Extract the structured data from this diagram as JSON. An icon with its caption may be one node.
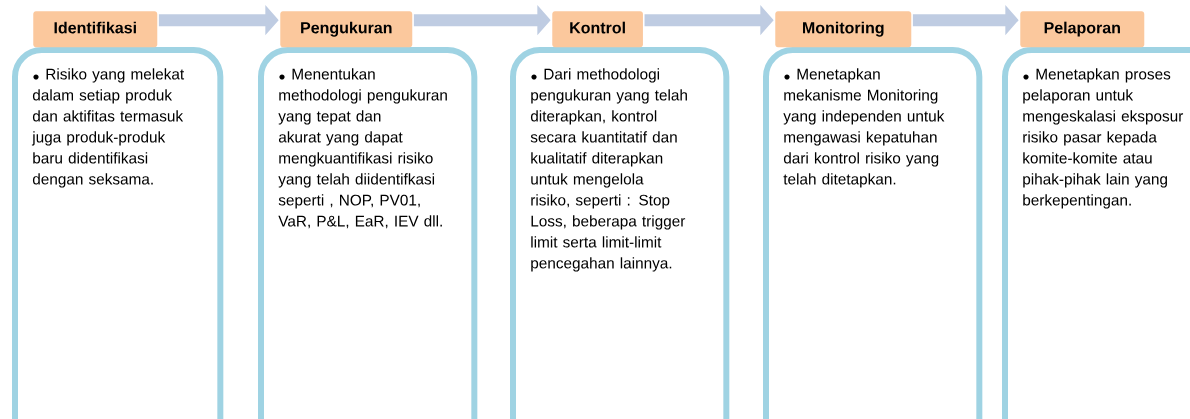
{
  "diagram": {
    "nodes": [
      {
        "text": [
          "Identifikasi"
        ]
      },
      {
        "text": [
          "Risiko yang melekat dalam setiap produk dan aktifitas termasuk juga produk-produk baru didentifikasi dengan seksama."
        ]
      },
      {
        "text": [
          "Pengukuran"
        ]
      },
      {
        "text": [
          "Menentukan methodologi pengukuran yang tepat dan akurat yang dapat mengkuantifikasi risiko yang telah diidentifkasi seperti , NOP, PV01, VaR, P&L, EaR, IEV dll."
        ]
      },
      {
        "text": [
          "Kontrol"
        ]
      },
      {
        "text": [
          "Dari methodologi pengukuran yang telah diterapkan, kontrol secara kuantitatif dan kualitatif diterapkan untuk mengelola risiko, seperti : Stop Loss, beberapa trigger limit serta limit-limit pencegahan lainnya."
        ]
      },
      {
        "text": [
          "Monitoring"
        ]
      },
      {
        "text": [
          "Menetapkan mekanisme Monitoring yang independen untuk mengawasi kepatuhan dari kontrol risiko yang telah ditetapkan."
        ]
      },
      {
        "text": [
          "Pelaporan"
        ]
      },
      {
        "text": [
          "Menetapkan proses pelaporan untuk mengeskalasi eksposur risiko pasar kepada komite-komite atau pihak-pihak lain yang berkepentingan."
        ]
      }
    ],
    "edges": [
      {
        "from": 0,
        "to": 2,
        "arrow": "to"
      },
      {
        "from": 2,
        "to": 4,
        "arrow": "to"
      },
      {
        "from": 4,
        "to": 6,
        "arrow": "to"
      },
      {
        "from": 6,
        "to": 8,
        "arrow": "to"
      }
    ]
  }
}
